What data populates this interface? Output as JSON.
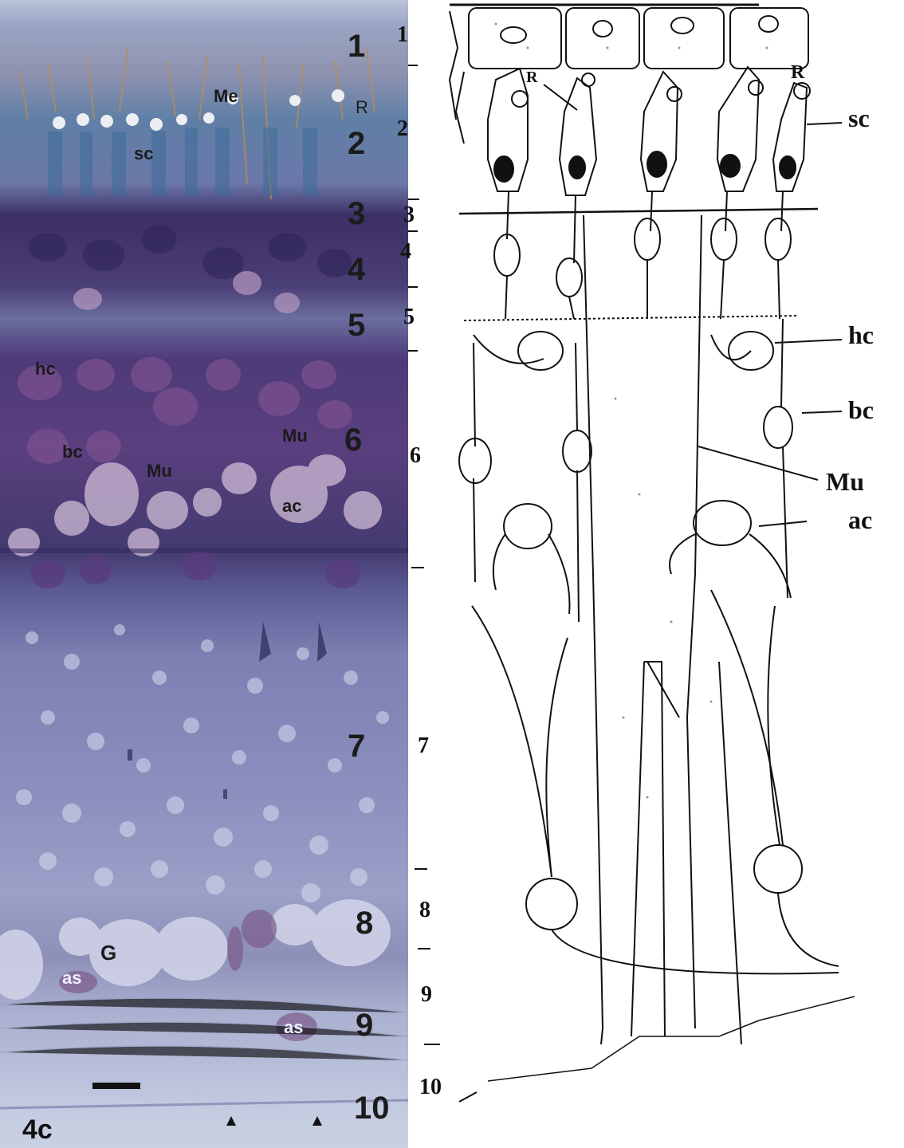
{
  "micrograph": {
    "layer_numbers": [
      "1",
      "2",
      "3",
      "4",
      "5",
      "6",
      "7",
      "8",
      "9",
      "10"
    ],
    "labels": {
      "me": "Me",
      "r": "R",
      "sc": "sc",
      "hc": "hc",
      "bc": "bc",
      "mu_1": "Mu",
      "mu_2": "Mu",
      "ac": "ac",
      "g": "G",
      "as_1": "as",
      "as_2": "as"
    },
    "panel_id": "4c"
  },
  "drawing": {
    "layer_numbers": [
      "1",
      "2",
      "3",
      "4",
      "5",
      "6",
      "7",
      "8",
      "9",
      "10"
    ],
    "labels": {
      "r_left": "R",
      "r_right": "R",
      "sc": "sc",
      "hc": "hc",
      "bc": "bc",
      "mu": "Mu",
      "ac": "ac"
    }
  }
}
